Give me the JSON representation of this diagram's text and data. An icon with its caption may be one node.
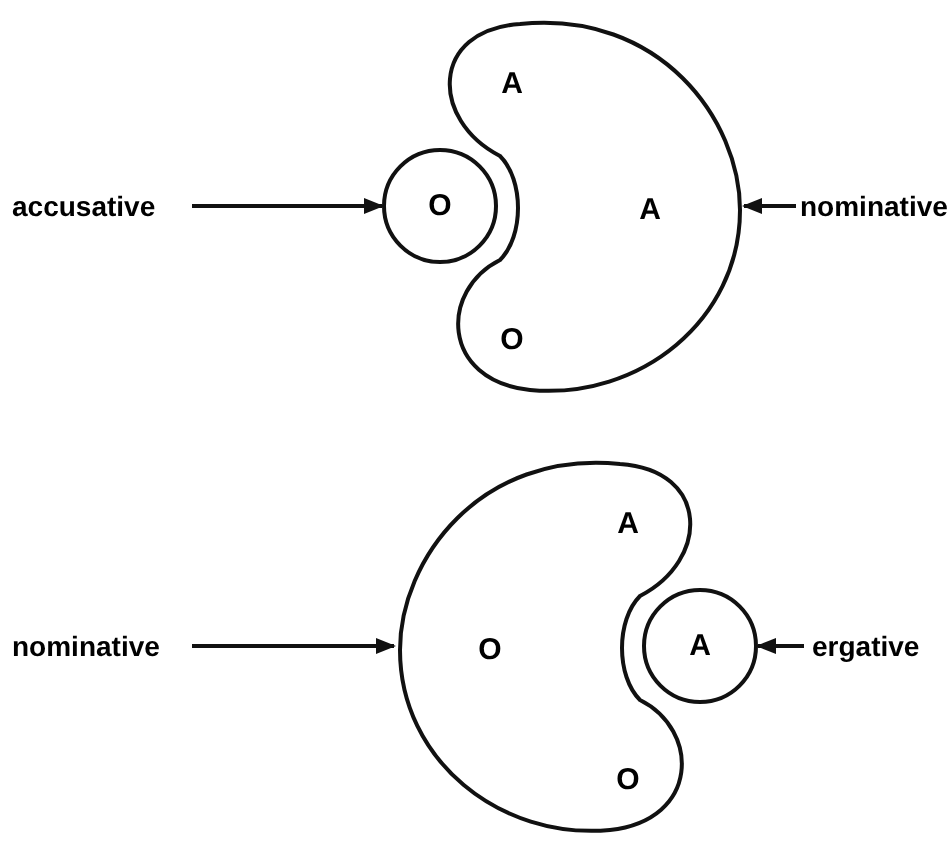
{
  "diagram": {
    "nodes": [
      {
        "text": [
          "A",
          "A",
          "O"
        ]
      },
      {
        "text": [
          "O"
        ]
      },
      {
        "text": [
          "accusative"
        ]
      },
      {
        "text": [
          "nominative"
        ]
      },
      {
        "text": [
          "A",
          "O",
          "O"
        ]
      },
      {
        "text": [
          "A"
        ]
      },
      {
        "text": [
          "nominative"
        ]
      },
      {
        "text": [
          "ergative"
        ]
      }
    ],
    "edges": [
      {
        "from": 2,
        "to": 1,
        "arrow": "to"
      },
      {
        "from": 3,
        "to": 0,
        "arrow": "to"
      },
      {
        "from": 6,
        "to": 4,
        "arrow": "to"
      },
      {
        "from": 7,
        "to": 5,
        "arrow": "to"
      }
    ]
  }
}
